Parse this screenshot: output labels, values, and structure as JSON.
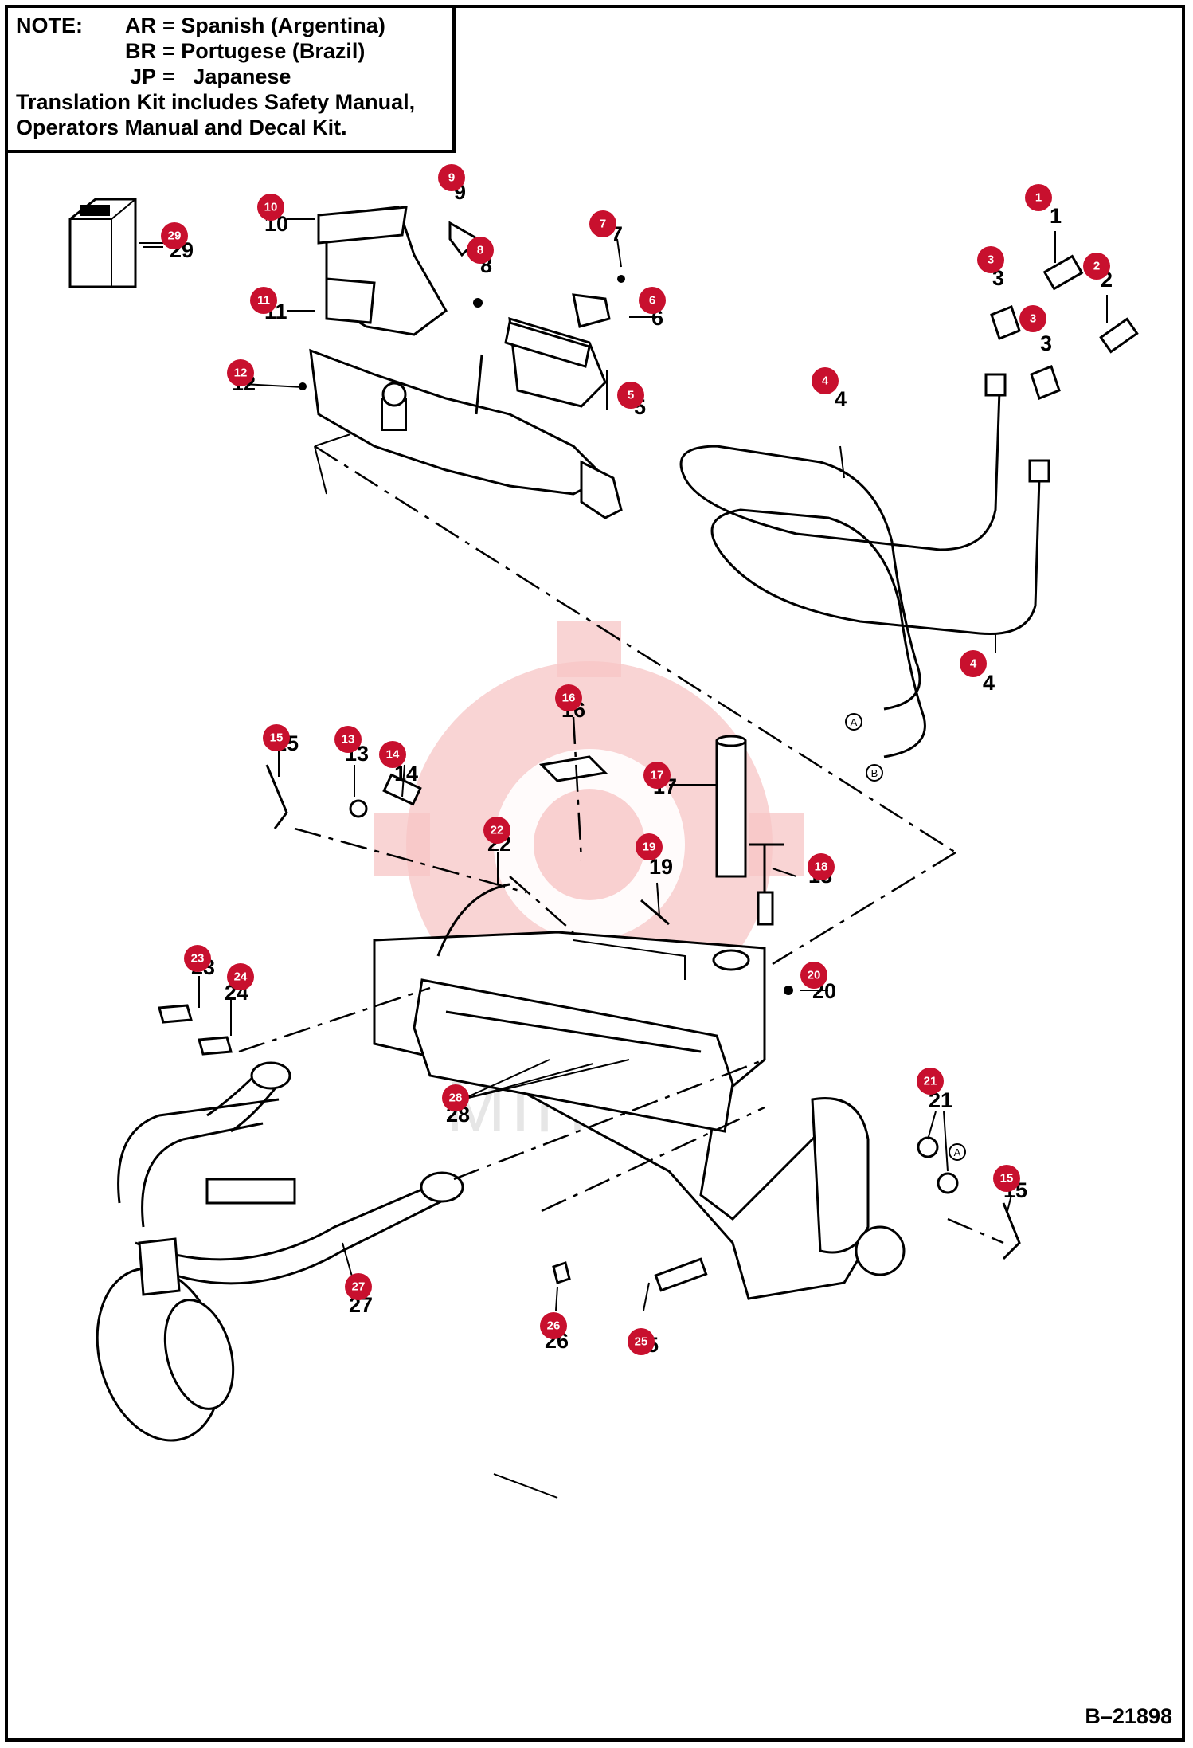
{
  "note": {
    "label": "NOTE:",
    "languages": [
      {
        "code": "AR",
        "eq": "=",
        "name": "Spanish (Argentina)"
      },
      {
        "code": "BR",
        "eq": "=",
        "name": "Portugese (Brazil)"
      },
      {
        "code": "JP",
        "eq": "=",
        "name": "Japanese"
      }
    ],
    "line1": "Translation Kit includes Safety Manual,",
    "line2": "Operators Manual and Decal Kit."
  },
  "document_id": "B–21898",
  "watermark_text": "MIHTEY",
  "colors": {
    "callout": "#c8102e",
    "watermark": "#f7c5c5",
    "ink": "#000000"
  },
  "callouts": [
    "1",
    "2",
    "3",
    "3",
    "4",
    "4",
    "5",
    "6",
    "7",
    "8",
    "9",
    "10",
    "11",
    "12",
    "13",
    "14",
    "15",
    "15",
    "16",
    "17",
    "18",
    "19",
    "20",
    "21",
    "22",
    "23",
    "24",
    "25",
    "26",
    "27",
    "28",
    "29"
  ],
  "part_numbers": [
    "1",
    "2",
    "3",
    "3",
    "4",
    "4",
    "5",
    "6",
    "7",
    "8",
    "9",
    "10",
    "11",
    "12",
    "13",
    "14",
    "15",
    "15",
    "16",
    "17",
    "18",
    "19",
    "20",
    "21",
    "22",
    "23",
    "24",
    "25",
    "26",
    "27",
    "28",
    "29"
  ],
  "port_labels": [
    "A",
    "B",
    "A"
  ]
}
